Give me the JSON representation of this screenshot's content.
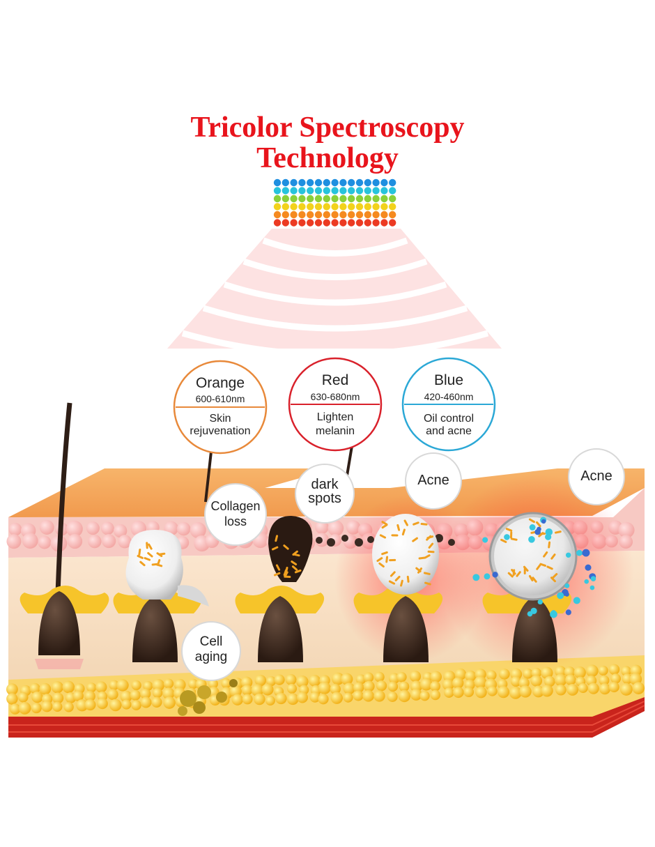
{
  "title": {
    "line1": "Tricolor Spectroscopy",
    "line2": "Technology"
  },
  "led_grid": {
    "row_colors": [
      "#1f8fe0",
      "#27c3dc",
      "#8ad03a",
      "#f2d21c",
      "#f58a1f",
      "#ec3a22"
    ]
  },
  "light_bands": [
    {
      "name": "Orange",
      "range": "600-610nm",
      "effect_line1": "Skin",
      "effect_line2": "rejuvenation",
      "color": "#e8893a"
    },
    {
      "name": "Red",
      "range": "630-680nm",
      "effect_line1": "Lighten",
      "effect_line2": "melanin",
      "color": "#d9212b"
    },
    {
      "name": "Blue",
      "range": "420-460nm",
      "effect_line1": "Oil control",
      "effect_line2": "and acne",
      "color": "#2ba8d6"
    }
  ],
  "skin_labels": {
    "collagen": [
      "Collagen",
      "loss"
    ],
    "dark_spots": [
      "dark",
      "spots"
    ],
    "acne_1": "Acne",
    "acne_2": "Acne",
    "cell_aging": [
      "Cell",
      "aging"
    ]
  }
}
